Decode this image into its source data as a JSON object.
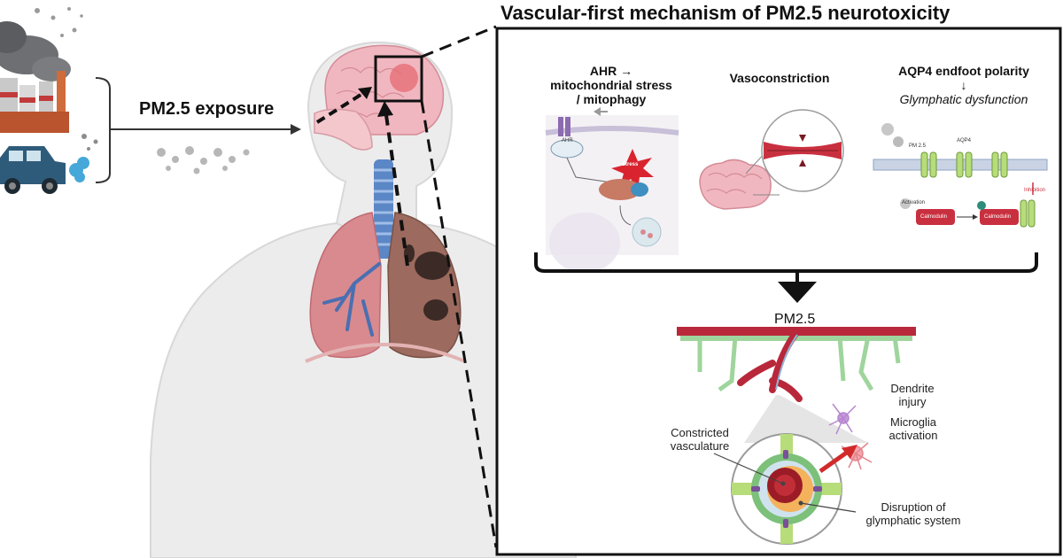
{
  "title": "Vascular-first mechanism of PM2.5 neurotoxicity",
  "exposure_label": "PM2.5 exposure",
  "panels": [
    {
      "heading_line1": "AHR →",
      "heading_line2": "mitochondrial stress",
      "heading_line3": "/ mitophagy",
      "tag_receptor": "AHR",
      "tag_stress": "Stress"
    },
    {
      "heading": "Vasoconstriction"
    },
    {
      "heading": "AQP4 endfoot polarity",
      "arrow": "↓",
      "subheading": "Glymphatic dysfunction",
      "tag_pm": "PM 2.5",
      "tag_aqp4": "AQP4",
      "tag_activation": "Activation",
      "tag_calmodulin_a": "Calmodulin",
      "tag_calmodulin_b": "Calmodulin",
      "tag_inhibition": "Inhibition"
    }
  ],
  "bottom": {
    "pm_label": "PM2.5",
    "dendrite_line1": "Dendrite",
    "dendrite_line2": "injury",
    "microglia_line1": "Microglia",
    "microglia_line2": "activation",
    "constricted_line1": "Constricted",
    "constricted_line2": "vasculature",
    "disruption_line1": "Disruption of",
    "disruption_line2": "glymphatic system"
  },
  "colors": {
    "vessel": "#b8283a",
    "glia": "#7cc07a",
    "aqp4": "#b7dc7a",
    "lung": "#d98a8f",
    "airway": "#5b87c6",
    "brain": "#f1b7c0"
  }
}
